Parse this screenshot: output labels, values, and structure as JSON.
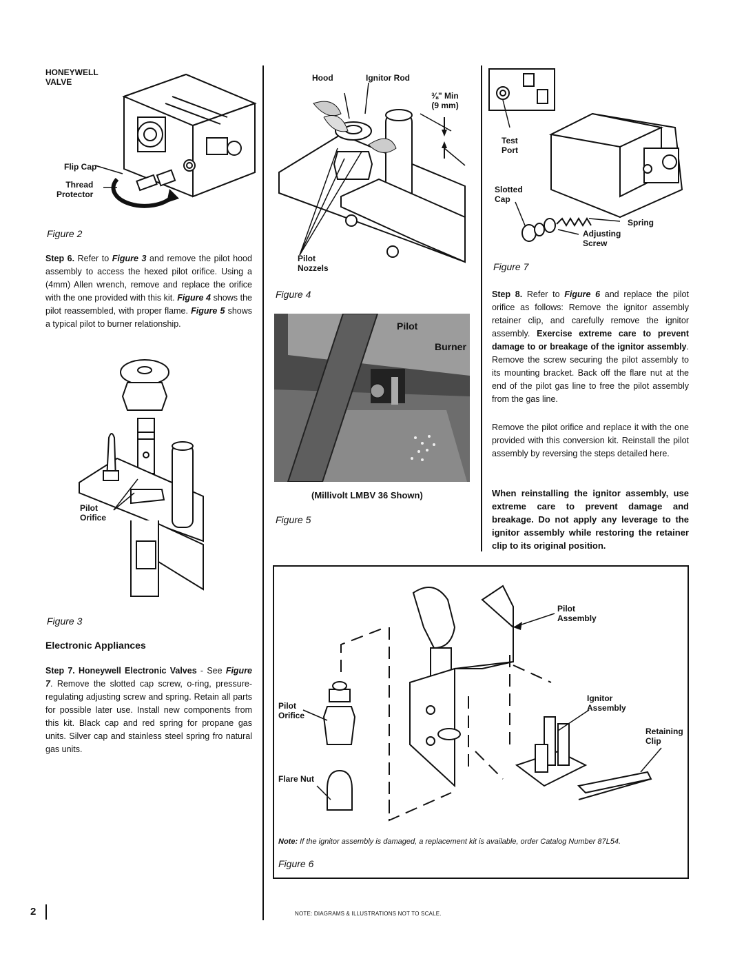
{
  "page_number": "2",
  "footer_note": "NOTE: DIAGRAMS & ILLUSTRATIONS NOT TO SCALE.",
  "col1": {
    "fig2": {
      "label_valve": "HONEYWELL\nVALVE",
      "label_flip_cap": "Flip Cap",
      "label_thread_protector": "Thread\nProtector",
      "caption": "Figure 2"
    },
    "step6": {
      "lead": "Step 6.",
      "t1": " Refer to ",
      "ref_a": "Figure 3",
      "t2": " and remove the pilot hood assembly to access the hexed pilot orifice. Using a (4mm) Allen wrench, remove and replace the orifice with the one provided with this kit. ",
      "ref_b": "Figure 4",
      "t3": " shows the pilot reassembled, with proper flame. ",
      "ref_c": "Figure 5",
      "t4": " shows a typical pilot to burner relationship."
    },
    "fig3": {
      "label_pilot_orifice": "Pilot\nOrifice",
      "caption": "Figure 3"
    },
    "electronic_heading": "Electronic Appliances",
    "step7": {
      "lead": "Step 7. Honeywell Electronic Valves",
      "t1": " - See ",
      "ref": "Figure 7",
      "t2": ". Remove the slotted cap screw, o-ring, pressure-regulating adjusting screw and spring. Retain all parts for possible later use. Install new components from this kit. Black cap and red spring for propane gas units. Silver cap and stainless steel spring fro natural gas units."
    }
  },
  "col2": {
    "fig4": {
      "label_hood": "Hood",
      "label_ignitor_rod": "Ignitor Rod",
      "label_min": "⅜\" Min\n(9 mm)",
      "label_pilot_nozzels": "Pilot\nNozzels",
      "caption": "Figure 4"
    },
    "fig5": {
      "label_pilot": "Pilot",
      "label_burner": "Burner",
      "subcaption": "(Millivolt LMBV 36 Shown)",
      "caption": "Figure 5"
    }
  },
  "col3": {
    "fig7": {
      "label_test_port": "Test\nPort",
      "label_slotted_cap": "Slotted\nCap",
      "label_spring": "Spring",
      "label_adjusting_screw": "Adjusting\nScrew",
      "caption": "Figure 7"
    },
    "step8": {
      "lead": "Step 8.",
      "t1": " Refer to ",
      "ref": "Figure 6",
      "t2": " and replace the pilot orifice as follows: Remove the ignitor assembly retainer clip, and carefully remove the ignitor assembly. ",
      "bold": "Exercise extreme care to prevent damage to or breakage of the ignitor assembly",
      "t3": ". Remove the screw securing the pilot assembly to its mounting bracket. Back off the flare nut at the end of the pilot gas line to free the pilot assembly from the gas line."
    },
    "para2": "Remove the pilot orifice and replace it with the one provided with this conversion kit. Reinstall the pilot assembly by reversing the steps detailed here.",
    "warning": "When reinstalling the ignitor assembly, use extreme care to prevent damage and breakage. Do not apply any leverage to the ignitor assembly while restoring the retainer clip to its original position."
  },
  "fig6": {
    "label_pilot_assembly": "Pilot\nAssembly",
    "label_ignitor_assembly": "Ignitor\nAssembly",
    "label_retaining_clip": "Retaining\nClip",
    "label_pilot_orifice": "Pilot\nOrifice",
    "label_flare_nut": "Flare Nut",
    "note_lead": "Note:",
    "note_text": " If the ignitor assembly is damaged, a replacement kit is available, order Catalog Number 87L54.",
    "caption": "Figure 6"
  }
}
